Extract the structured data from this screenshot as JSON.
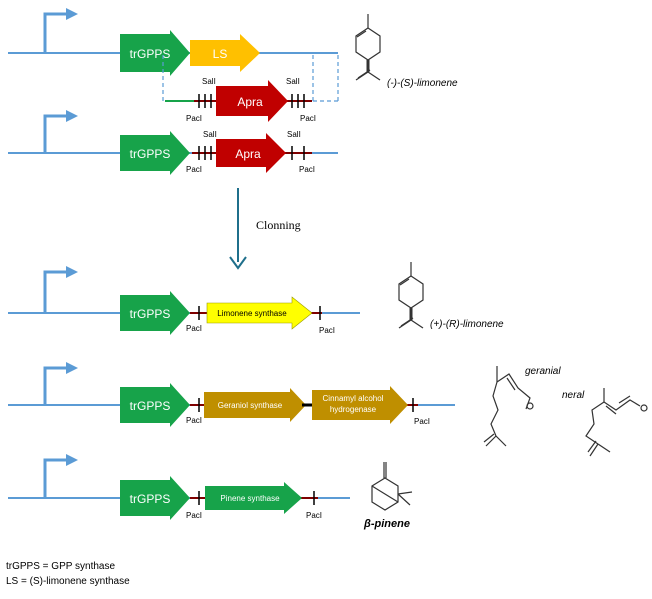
{
  "colors": {
    "backbone": "#5b9bd5",
    "promoter": "#5b9bd5",
    "trgpps": "#17a34a",
    "ls": "#ffc000",
    "apra": "#c00000",
    "limonene_synthase": "#ffff00",
    "geraniol_synthase": "#bf8f00",
    "pinene_synthase": "#17a34a",
    "site_mark": "#7f0000",
    "cloning_arrow": "#1f6f8b"
  },
  "constructs": {
    "c1": {
      "trgpps": "trGPPS",
      "ls": "LS"
    },
    "c2": {
      "green_link": "",
      "apra": "Apra",
      "sall_left": "SalI",
      "sall_right": "SalI",
      "paci_left": "PacI",
      "paci_right": "PacI"
    },
    "c3": {
      "trgpps": "trGPPS",
      "apra": "Apra",
      "sall_left": "SalI",
      "sall_right": "SalI",
      "paci_left": "PacI",
      "paci_right": "PacI"
    },
    "c4": {
      "trgpps": "trGPPS",
      "gene": "Limonene synthase",
      "paci_left": "PacI",
      "paci_right": "PacI"
    },
    "c5": {
      "trgpps": "trGPPS",
      "gene1": "Geraniol synthase",
      "gene2_line1": "Cinnamyl alcohol",
      "gene2_line2": "hydrogenase",
      "paci_left": "PacI",
      "paci_right": "PacI"
    },
    "c6": {
      "trgpps": "trGPPS",
      "gene": "Pinene synthase",
      "paci_left": "PacI",
      "paci_right": "PacI"
    }
  },
  "cloning_label": "Clonning",
  "molecules": {
    "s_limonene": "(-)-(S)-limonene",
    "r_limonene": "(+)-(R)-limonene",
    "geranial": "geranial",
    "neral": "neral",
    "b_pinene": "β-pinene"
  },
  "legend": {
    "line1": "trGPPS = GPP synthase",
    "line2": "LS = (S)-limonene synthase"
  }
}
